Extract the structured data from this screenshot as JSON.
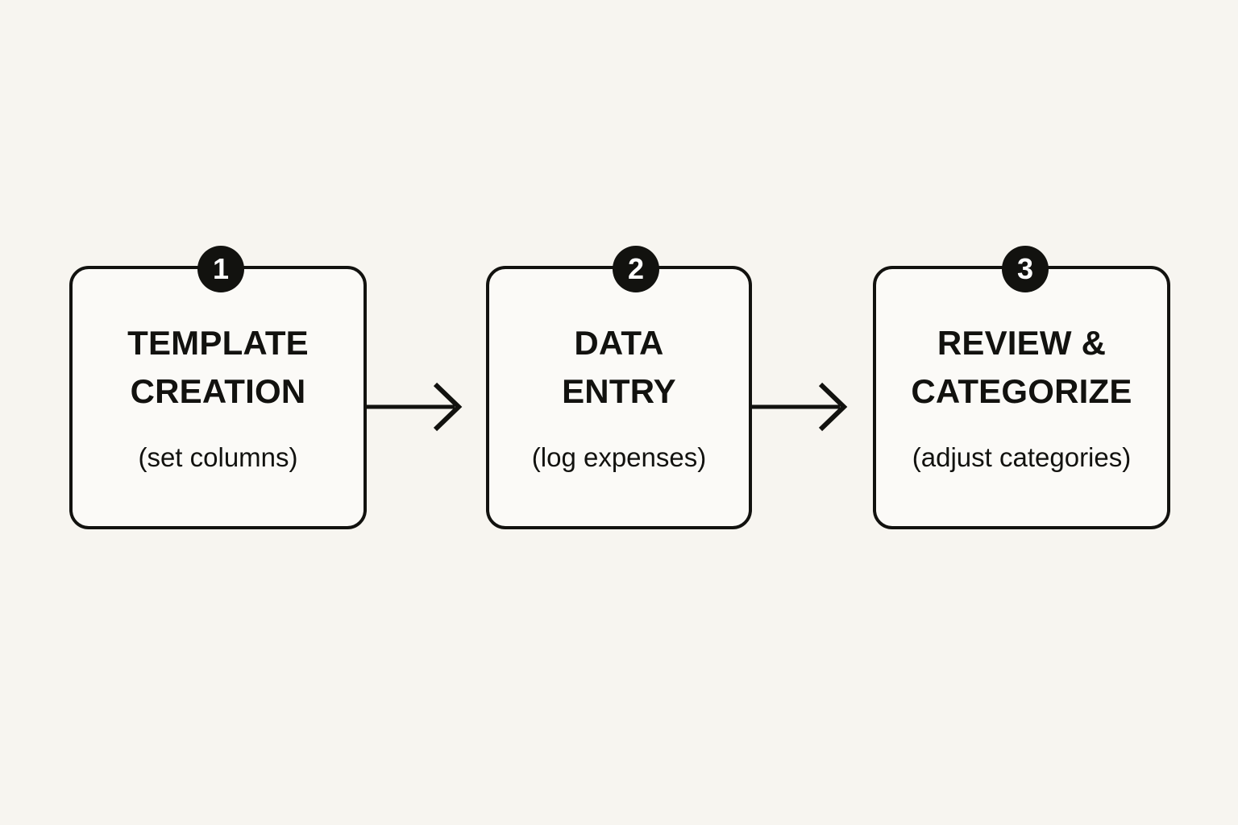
{
  "diagram": {
    "type": "process-flow",
    "orientation": "horizontal",
    "background_color": "#F7F5F0",
    "box_fill_color": "#FBFAF7",
    "line_color": "#12120F",
    "badge_color": "#12120F",
    "badge_text_color": "#FFFFFF",
    "steps": [
      {
        "number": "1",
        "title": "TEMPLATE\nCREATION",
        "subtitle": "(set columns)"
      },
      {
        "number": "2",
        "title": "DATA\nENTRY",
        "subtitle": "(log expenses)"
      },
      {
        "number": "3",
        "title": "REVIEW &\nCATEGORIZE",
        "subtitle": "(adjust categories)"
      }
    ],
    "connectors": [
      {
        "from": "1",
        "to": "2",
        "icon": "arrow-right-icon"
      },
      {
        "from": "2",
        "to": "3",
        "icon": "arrow-right-icon"
      }
    ]
  }
}
